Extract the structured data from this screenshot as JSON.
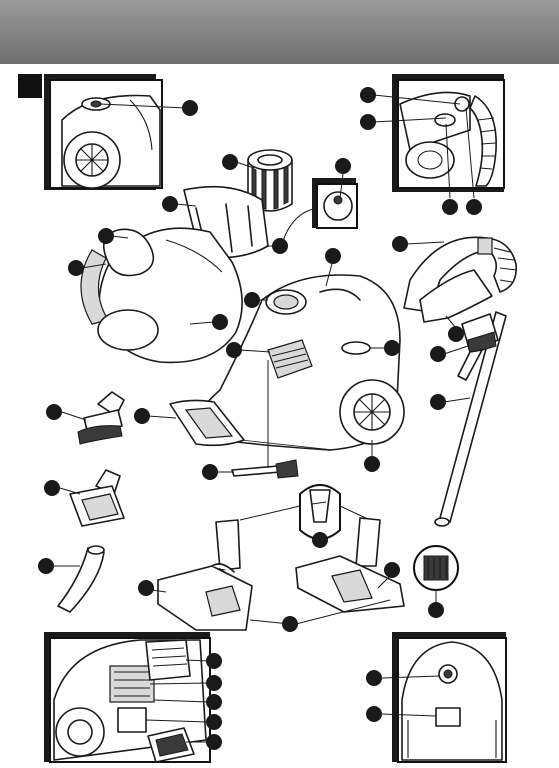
{
  "figure_number": "",
  "colors": {
    "header_band": "#808080",
    "callout": "#1a1a1a",
    "line_art": "#1a1a1a"
  },
  "insets": [
    "top-left-wheel-detail",
    "top-right-hose-connection",
    "filter-detail",
    "bottom-left-exhaust-filter",
    "bottom-right-rear-view"
  ],
  "components": [
    "hepa-filter",
    "dust-container",
    "container-handle",
    "vacuum-body",
    "carry-handle",
    "hose-handle",
    "tube",
    "brush-nozzle",
    "crevice-tool",
    "upholstery-nozzle",
    "floor-nozzle",
    "hard-floor-nozzle",
    "cleaning-brush",
    "wheels"
  ]
}
